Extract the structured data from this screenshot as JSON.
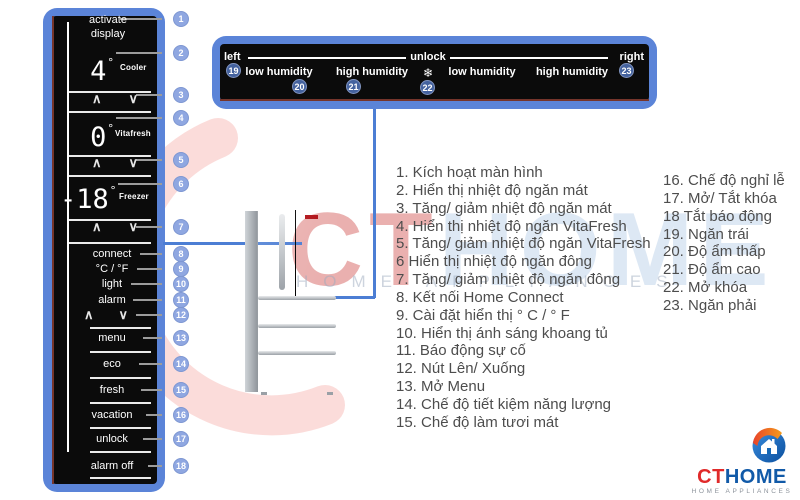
{
  "left_panel": {
    "rows": [
      {
        "n": "1",
        "type": "stack",
        "lines": [
          "activate",
          "display"
        ]
      },
      {
        "n": "2",
        "type": "display",
        "value": "4",
        "degree": "°",
        "label": "Cooler"
      },
      {
        "n": "3",
        "type": "arrows"
      },
      {
        "n": "4",
        "type": "display",
        "value": "0",
        "degree": "°",
        "label": "Vitafresh"
      },
      {
        "n": "5",
        "type": "arrows"
      },
      {
        "n": "6",
        "type": "display",
        "value": "-18",
        "degree": "°",
        "label": "Freezer"
      },
      {
        "n": "7",
        "type": "arrows"
      },
      {
        "n": "8",
        "type": "button",
        "label": "connect"
      },
      {
        "n": "9",
        "type": "button",
        "label": "°C / °F"
      },
      {
        "n": "10",
        "type": "button",
        "label": "light"
      },
      {
        "n": "11",
        "type": "button",
        "label": "alarm"
      },
      {
        "n": "12",
        "type": "arrows"
      },
      {
        "n": "13",
        "type": "button",
        "label": "menu"
      },
      {
        "n": "14",
        "type": "button",
        "label": "eco"
      },
      {
        "n": "15",
        "type": "button",
        "label": "fresh"
      },
      {
        "n": "16",
        "type": "button",
        "label": "vacation"
      },
      {
        "n": "17",
        "type": "button",
        "label": "unlock"
      },
      {
        "n": "18",
        "type": "button",
        "label": "alarm off"
      }
    ],
    "icons": {
      "up_arrow": "∧",
      "down_arrow": "∨"
    }
  },
  "top_panel": {
    "left_label": "left",
    "unlock_label": "unlock",
    "right_label": "right",
    "snowflake_icon": "❄",
    "labels": {
      "low1": "low humidity",
      "high1": "high humidity",
      "low2": "low humidity",
      "high2": "high humidity"
    },
    "callouts": {
      "c19": "19",
      "c20": "20",
      "c21": "21",
      "c22": "22",
      "c23": "23"
    }
  },
  "legend_left": [
    "1. Kích hoạt màn hình",
    "2. Hiển thị nhiệt độ ngăn mát",
    "3. Tăng/ giảm nhiệt độ ngăn mát",
    "4. Hiển thị nhiệt độ ngăn VitaFresh",
    "5. Tăng/ giảm nhiệt độ ngăn VitaFresh",
    "6 Hiển thị nhiệt độ ngăn đông",
    "7. Tăng/ giảm nhiệt độ ngăn đông",
    "8. Kết nối Home Connect",
    "9. Cài đặt hiển thị ° C / ° F",
    "10. Hiển thị ánh sáng khoang tủ",
    "11. Báo động sự cố",
    "12. Nút Lên/ Xuống",
    "13. Mở Menu",
    "14. Chế độ tiết kiệm năng lượng",
    "15. Chế độ làm tươi mát"
  ],
  "legend_right": [
    "16. Chế độ nghỉ lễ",
    "17. Mở/ Tắt khóa",
    "18 Tắt báo động",
    "19. Ngăn trái",
    "20. Độ ẩm thấp",
    "21. Độ ẩm cao",
    "22. Mở khóa",
    "23. Ngăn phải"
  ],
  "watermark": {
    "brand_red": "CT",
    "brand_blue": "HOME",
    "subtitle": "HOME APPLIANCES"
  },
  "logo": {
    "brand_red": "CT",
    "brand_blue": "HOME",
    "subtitle": "HOME APPLIANCES"
  },
  "colors": {
    "frame_blue": "#5b84d8",
    "connector_blue": "#4c7ed4",
    "callout_light": "#8fa7e1",
    "callout_dark": "#44629e",
    "panel_black": "#0b0b0b",
    "logo_red": "#e02a2a",
    "logo_blue": "#115aa8"
  }
}
